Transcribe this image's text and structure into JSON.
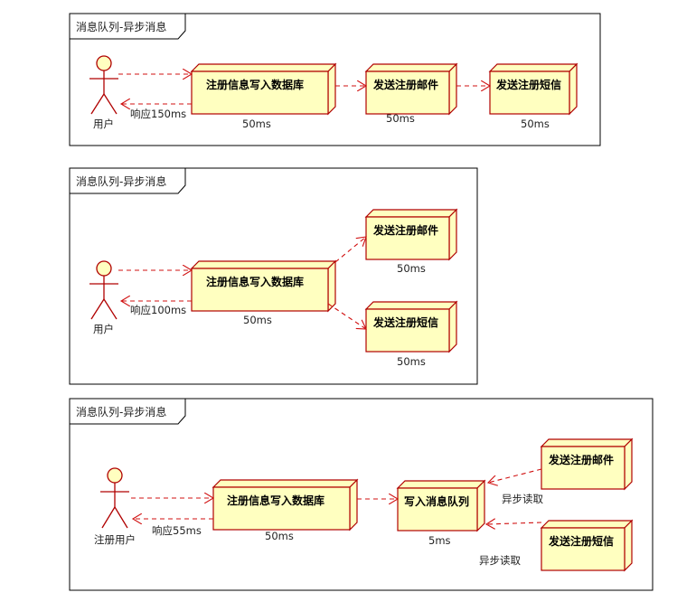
{
  "frames": [
    {
      "title": "消息队列-异步消息",
      "actor": "用户",
      "response": "响应150ms",
      "nodes": [
        "注册信息写入数据库",
        "发送注册邮件",
        "发送注册短信"
      ],
      "times": [
        "50ms",
        "50ms",
        "50ms"
      ]
    },
    {
      "title": "消息队列-异步消息",
      "actor": "用户",
      "response": "响应100ms",
      "nodes": [
        "注册信息写入数据库",
        "发送注册邮件",
        "发送注册短信"
      ],
      "times": [
        "50ms",
        "50ms",
        "50ms"
      ]
    },
    {
      "title": "消息队列-异步消息",
      "actor": "注册用户",
      "response": "响应55ms",
      "nodes": [
        "注册信息写入数据库",
        "写入消息队列",
        "发送注册邮件",
        "发送注册短信"
      ],
      "times": [
        "50ms",
        "5ms"
      ],
      "async_labels": [
        "异步读取",
        "异步读取"
      ]
    }
  ]
}
